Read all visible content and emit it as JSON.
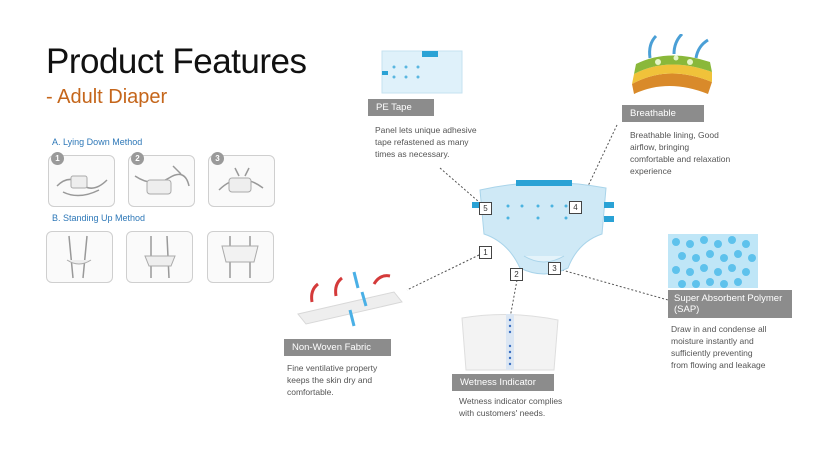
{
  "header": {
    "title": "Product Features",
    "subtitle": "- Adult Diaper"
  },
  "methods": {
    "lying": {
      "label": "A. Lying Down Method",
      "steps": [
        "1",
        "2",
        "3"
      ]
    },
    "standing": {
      "label": "B. Standing Up Method"
    }
  },
  "features": {
    "pe_tape": {
      "label": "PE Tape",
      "desc": [
        "Panel lets unique adhesive",
        "tape refastened as many",
        "times as necessary."
      ],
      "marker": "5"
    },
    "breathable": {
      "label": "Breathable",
      "desc": [
        "Breathable lining, Good",
        "airflow, bringing",
        "comfortable and relaxation",
        "experience"
      ],
      "marker": "4"
    },
    "non_woven": {
      "label": "Non-Woven Fabric",
      "desc": [
        "Fine ventilative property",
        "keeps the skin dry and",
        "comfortable."
      ],
      "marker": "1"
    },
    "wetness": {
      "label": "Wetness Indicator",
      "desc": [
        "Wetness indicator complies",
        "with customers' needs."
      ],
      "marker": "2"
    },
    "sap": {
      "label_lines": [
        "Super Absorbent Polymer",
        "(SAP)"
      ],
      "desc": [
        "Draw in and condense all",
        "moisture instantly and",
        "sufficiently preventing",
        "from flowing and leakage"
      ],
      "marker": "3"
    }
  },
  "colors": {
    "title": "#111111",
    "subtitle": "#c5661b",
    "method_label": "#2e78b8",
    "feature_label_bg": "#8c8c8c",
    "diaper_blue": "#bfe3f4"
  }
}
